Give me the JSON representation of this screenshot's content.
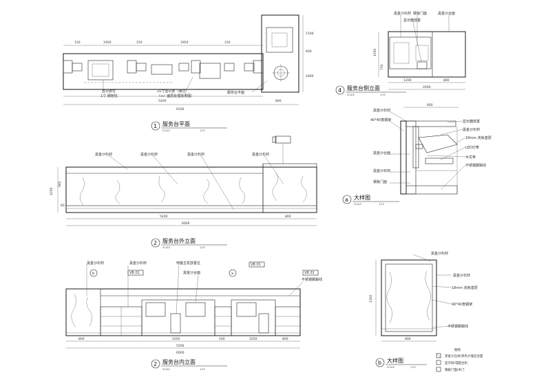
{
  "views": {
    "plan": {
      "num": "1",
      "title": "服务台平面",
      "scale_top": "SCALE",
      "scale_bottom": "1/25",
      "labels": [
        "显示屏位",
        "1寸 钢管柱",
        "21寸显示屏（通过）",
        "（+/- 面层处理效果图）",
        "服务台平面"
      ],
      "dims_top": [
        "150",
        "1950",
        "150",
        "1950",
        "150"
      ],
      "dims_bottom": [
        "5200",
        "800",
        "6100"
      ],
      "dims_right": [
        "1100",
        "600",
        "1900"
      ]
    },
    "front_outer": {
      "num": "2",
      "title": "服务台外立面",
      "scale_top": "SCALE",
      "scale_bottom": "1/25",
      "labels": [
        "黑金沙石材",
        "黑金沙石材",
        "黑金沙石材",
        "黑金沙石材"
      ],
      "dims_bottom": [
        "5200",
        "800",
        "6000"
      ],
      "dims_left": [
        "1050",
        "940",
        "60"
      ]
    },
    "front_inner": {
      "num": "2",
      "title": "服务台内立面",
      "scale_top": "SCALE",
      "scale_bottom": "1/25",
      "labels": [
        "黑金沙石材",
        "黑金沙石材",
        "电脑主机放置位",
        "黑金沙台面",
        "不锈钢脚踢线"
      ],
      "tags": [
        "VB 01",
        "VB 01",
        "VB 01"
      ],
      "callouts": [
        "b",
        "a"
      ],
      "dims_bottom": [
        "800",
        "1050",
        "500",
        "1050",
        "800",
        "5200",
        "6000"
      ]
    },
    "side": {
      "num": "4",
      "title": "服务台侧立面",
      "scale_top": "SCALE",
      "scale_bottom": "1/25",
      "labels": [
        "黑金沙石材",
        "钢板门面",
        "显示器放置",
        "黑金沙台面"
      ],
      "dims_bottom": [
        "1200",
        "800",
        "2000"
      ],
      "dims_left": [
        "1050",
        "750"
      ]
    },
    "section_a": {
      "num": "a",
      "title": "大样图",
      "scale_top": "SCALE",
      "scale_bottom": "1/10",
      "labels": [
        "黑金沙石材",
        "40*40角钢架",
        "显示器放置",
        "黑金沙石材",
        "18mm 夹板基层",
        "LED灯带",
        "木龙骨",
        "不锈钢脚踢线",
        "黑金沙台面",
        "黑金沙石材",
        "钢板门面"
      ],
      "dims_top": [
        "600"
      ]
    },
    "section_b": {
      "num": "b",
      "title": "大样图",
      "scale_top": "SCALE",
      "scale_bottom": "1/10",
      "labels": [
        "黑金沙石材",
        "黑金沙石材",
        "18mm 夹板基层",
        "40*40角钢架",
        "不锈钢脚踢线"
      ],
      "dims_bottom": [
        "800"
      ],
      "dims_left": [
        "1300"
      ]
    }
  },
  "legend": {
    "header": "图例",
    "items": [
      "黑金沙石材/黑色大理石台面",
      "显示屏/电脑主机",
      "钢板门面/木门"
    ]
  }
}
